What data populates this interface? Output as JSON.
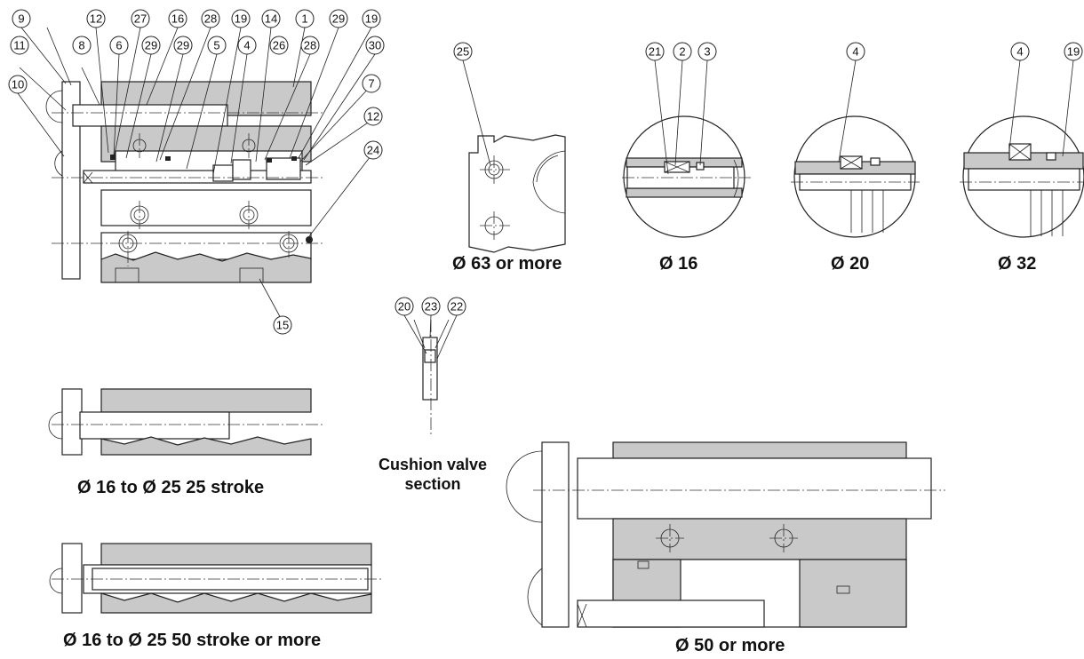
{
  "captions": {
    "over63": "Ø 63 or more",
    "d16": "Ø 16",
    "d20": "Ø 20",
    "d32": "Ø 32",
    "cushion_line1": "Cushion valve",
    "cushion_line2": "section",
    "short_stroke": "Ø 16 to Ø 25  25 stroke",
    "long_stroke": "Ø 16 to Ø 25  50 stroke or more",
    "over50": "Ø 50 or more"
  },
  "callouts": {
    "main": [
      "9",
      "12",
      "27",
      "16",
      "28",
      "19",
      "14",
      "1",
      "29",
      "19",
      "11",
      "8",
      "6",
      "29",
      "29",
      "5",
      "4",
      "26",
      "28",
      "30",
      "10",
      "7",
      "12",
      "24",
      "15"
    ],
    "detail": [
      "25",
      "21",
      "2",
      "3",
      "4",
      "4",
      "19",
      "20",
      "23",
      "22"
    ]
  }
}
